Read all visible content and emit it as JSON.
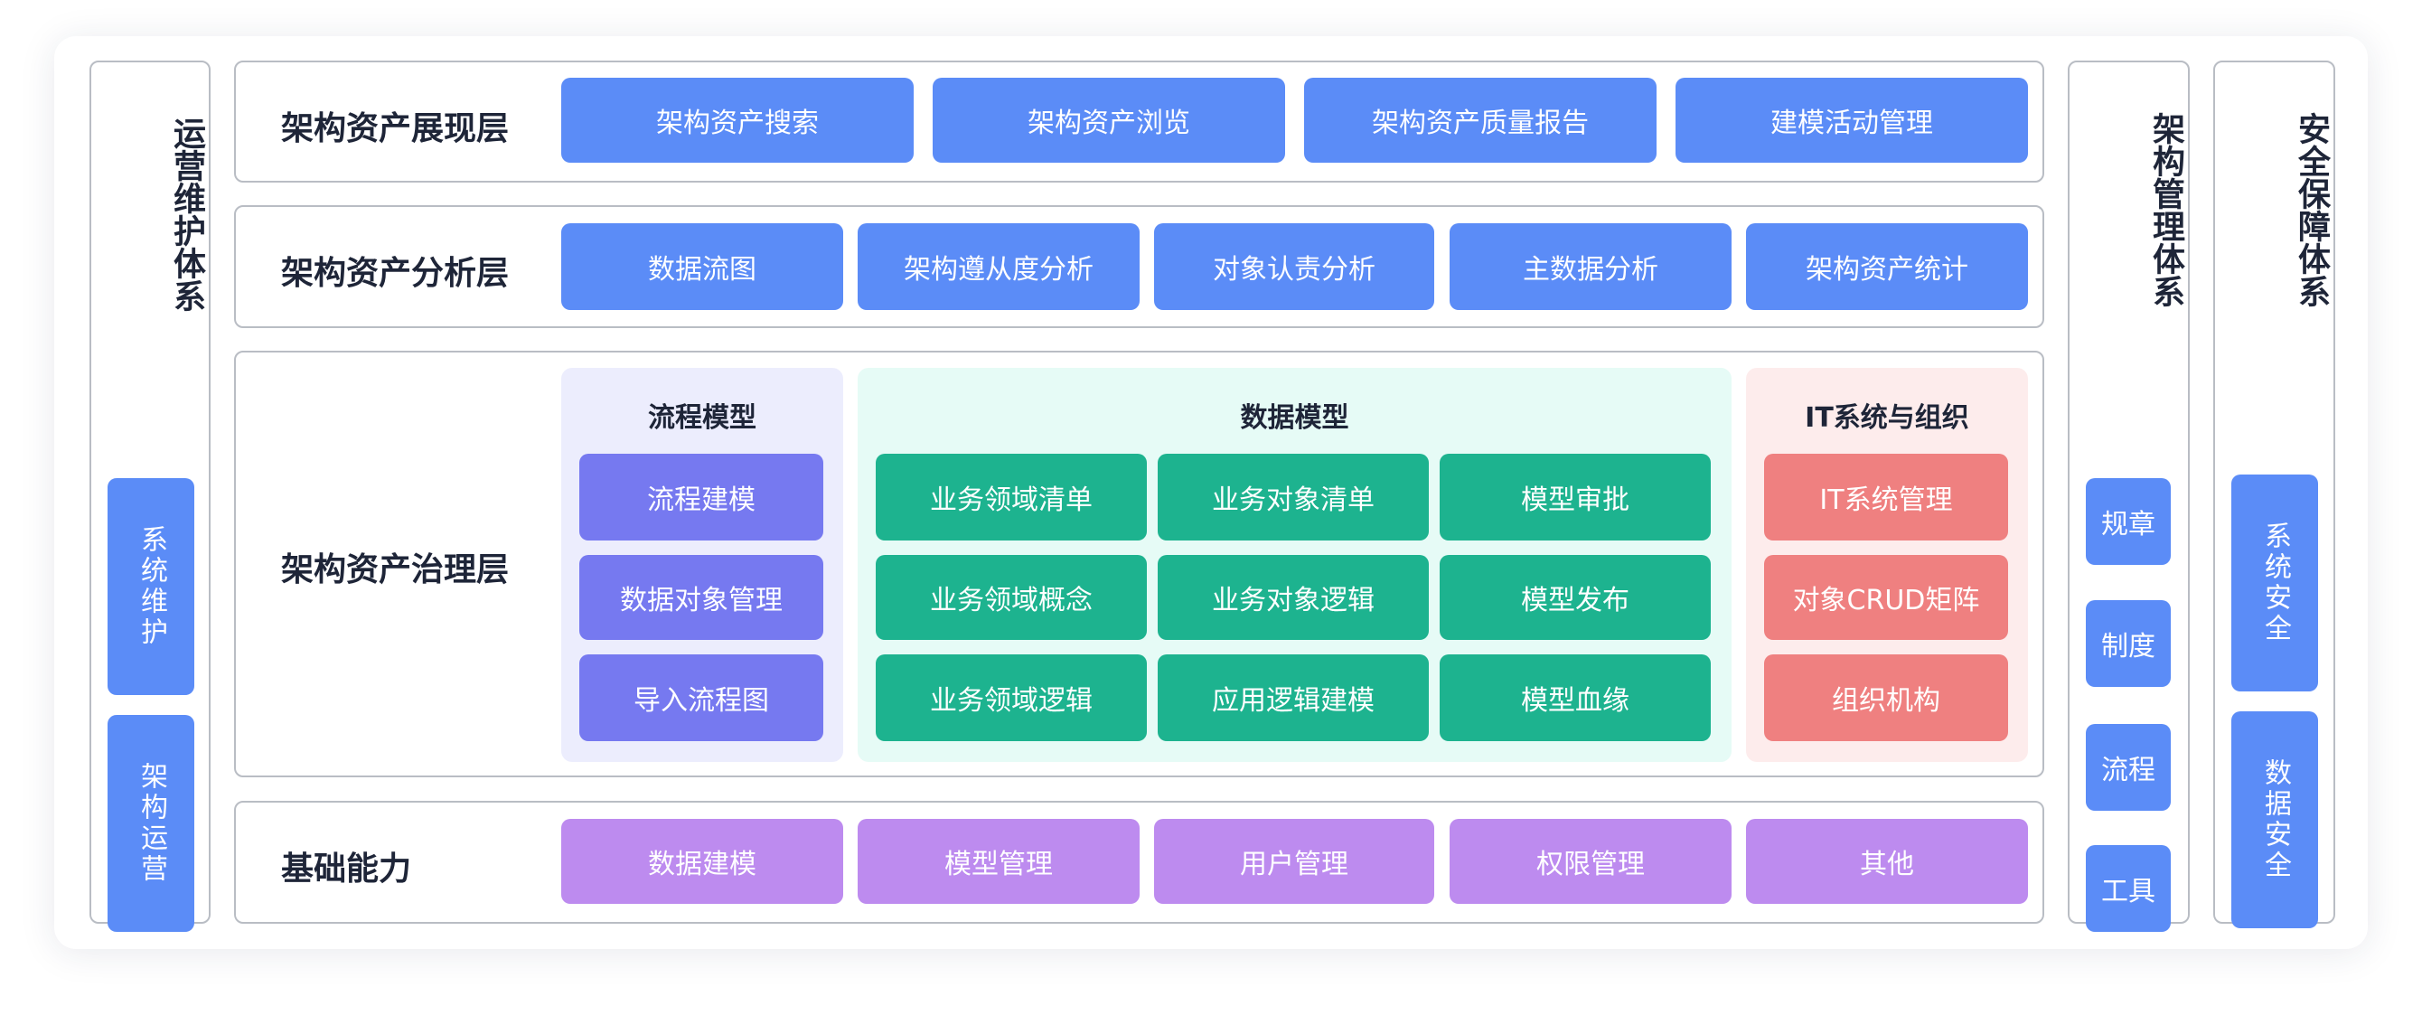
{
  "left_panel": {
    "title": "运营维护体系",
    "buttons": [
      "系统维护",
      "架构运营"
    ]
  },
  "layers": {
    "presentation": {
      "title": "架构资产展现层",
      "items": [
        "架构资产搜索",
        "架构资产浏览",
        "架构资产质量报告",
        "建模活动管理"
      ]
    },
    "analysis": {
      "title": "架构资产分析层",
      "items": [
        "数据流图",
        "架构遵从度分析",
        "对象认责分析",
        "主数据分析",
        "架构资产统计"
      ]
    },
    "governance": {
      "title": "架构资产治理层",
      "groups": {
        "process": {
          "title": "流程模型",
          "items": [
            "流程建模",
            "数据对象管理",
            "导入流程图"
          ]
        },
        "data": {
          "title": "数据模型",
          "items": [
            "业务领域清单",
            "业务对象清单",
            "模型审批",
            "业务领域概念",
            "业务对象逻辑",
            "模型发布",
            "业务领域逻辑",
            "应用逻辑建模",
            "模型血缘"
          ]
        },
        "it": {
          "title": "IT系统与组织",
          "items": [
            "IT系统管理",
            "对象CRUD矩阵",
            "组织机构"
          ]
        }
      }
    },
    "foundation": {
      "title": "基础能力",
      "items": [
        "数据建模",
        "模型管理",
        "用户管理",
        "权限管理",
        "其他"
      ]
    }
  },
  "arch_panel": {
    "title": "架构管理体系",
    "buttons": [
      "规章",
      "制度",
      "流程",
      "工具"
    ]
  },
  "security_panel": {
    "title": "安全保障体系",
    "buttons": [
      "系统安全",
      "数据安全"
    ]
  },
  "colors": {
    "blue": "#5b8cf7",
    "purple": "#bd8bef",
    "indigo": "#7679f0",
    "green": "#1db38f",
    "red": "#ef8080",
    "process_bg": "#ecedfd",
    "data_bg": "#e6fbf6",
    "it_bg": "#fdecec"
  }
}
